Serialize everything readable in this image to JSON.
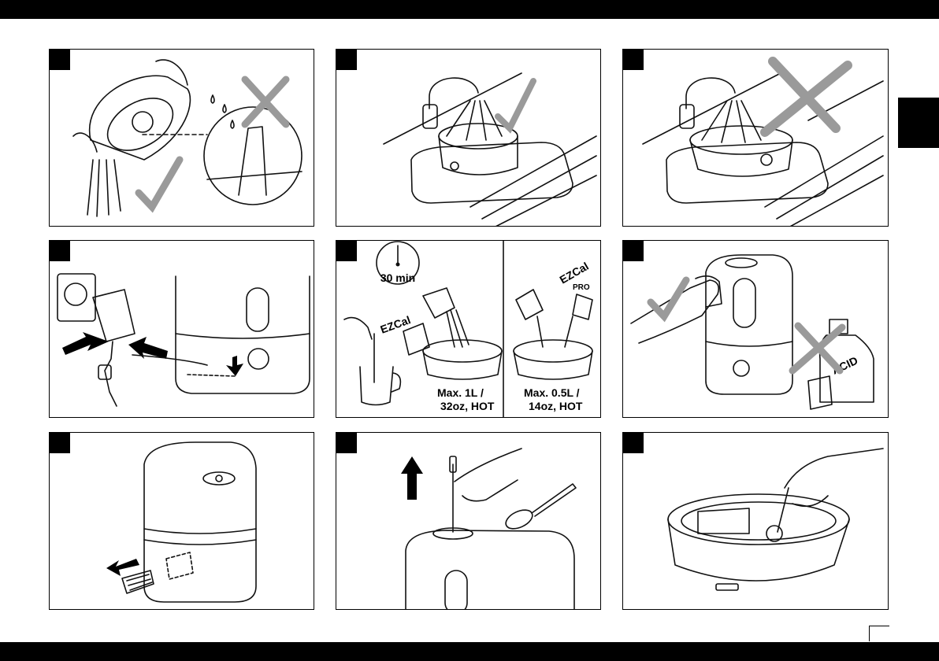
{
  "panel_5": {
    "timer_label": "30 min",
    "brand_label_left": "EZCal",
    "brand_label_right": "EZCal",
    "brand_sub_right": "PRO",
    "note_left_line1": "Max. 1L /",
    "note_left_line2": "32oz, HOT",
    "note_right_line1": "Max. 0.5L /",
    "note_right_line2": "14oz, HOT"
  },
  "panel_6": {
    "bottle_label": "ACID"
  },
  "colors": {
    "check_mark": "#9a9a9a",
    "cross_mark": "#9a9a9a",
    "ink": "#111111",
    "page_bars": "#000000"
  },
  "icons": [
    "check-icon",
    "cross-icon",
    "arrow-icon",
    "faucet-icon",
    "timer-icon",
    "plug-icon"
  ]
}
